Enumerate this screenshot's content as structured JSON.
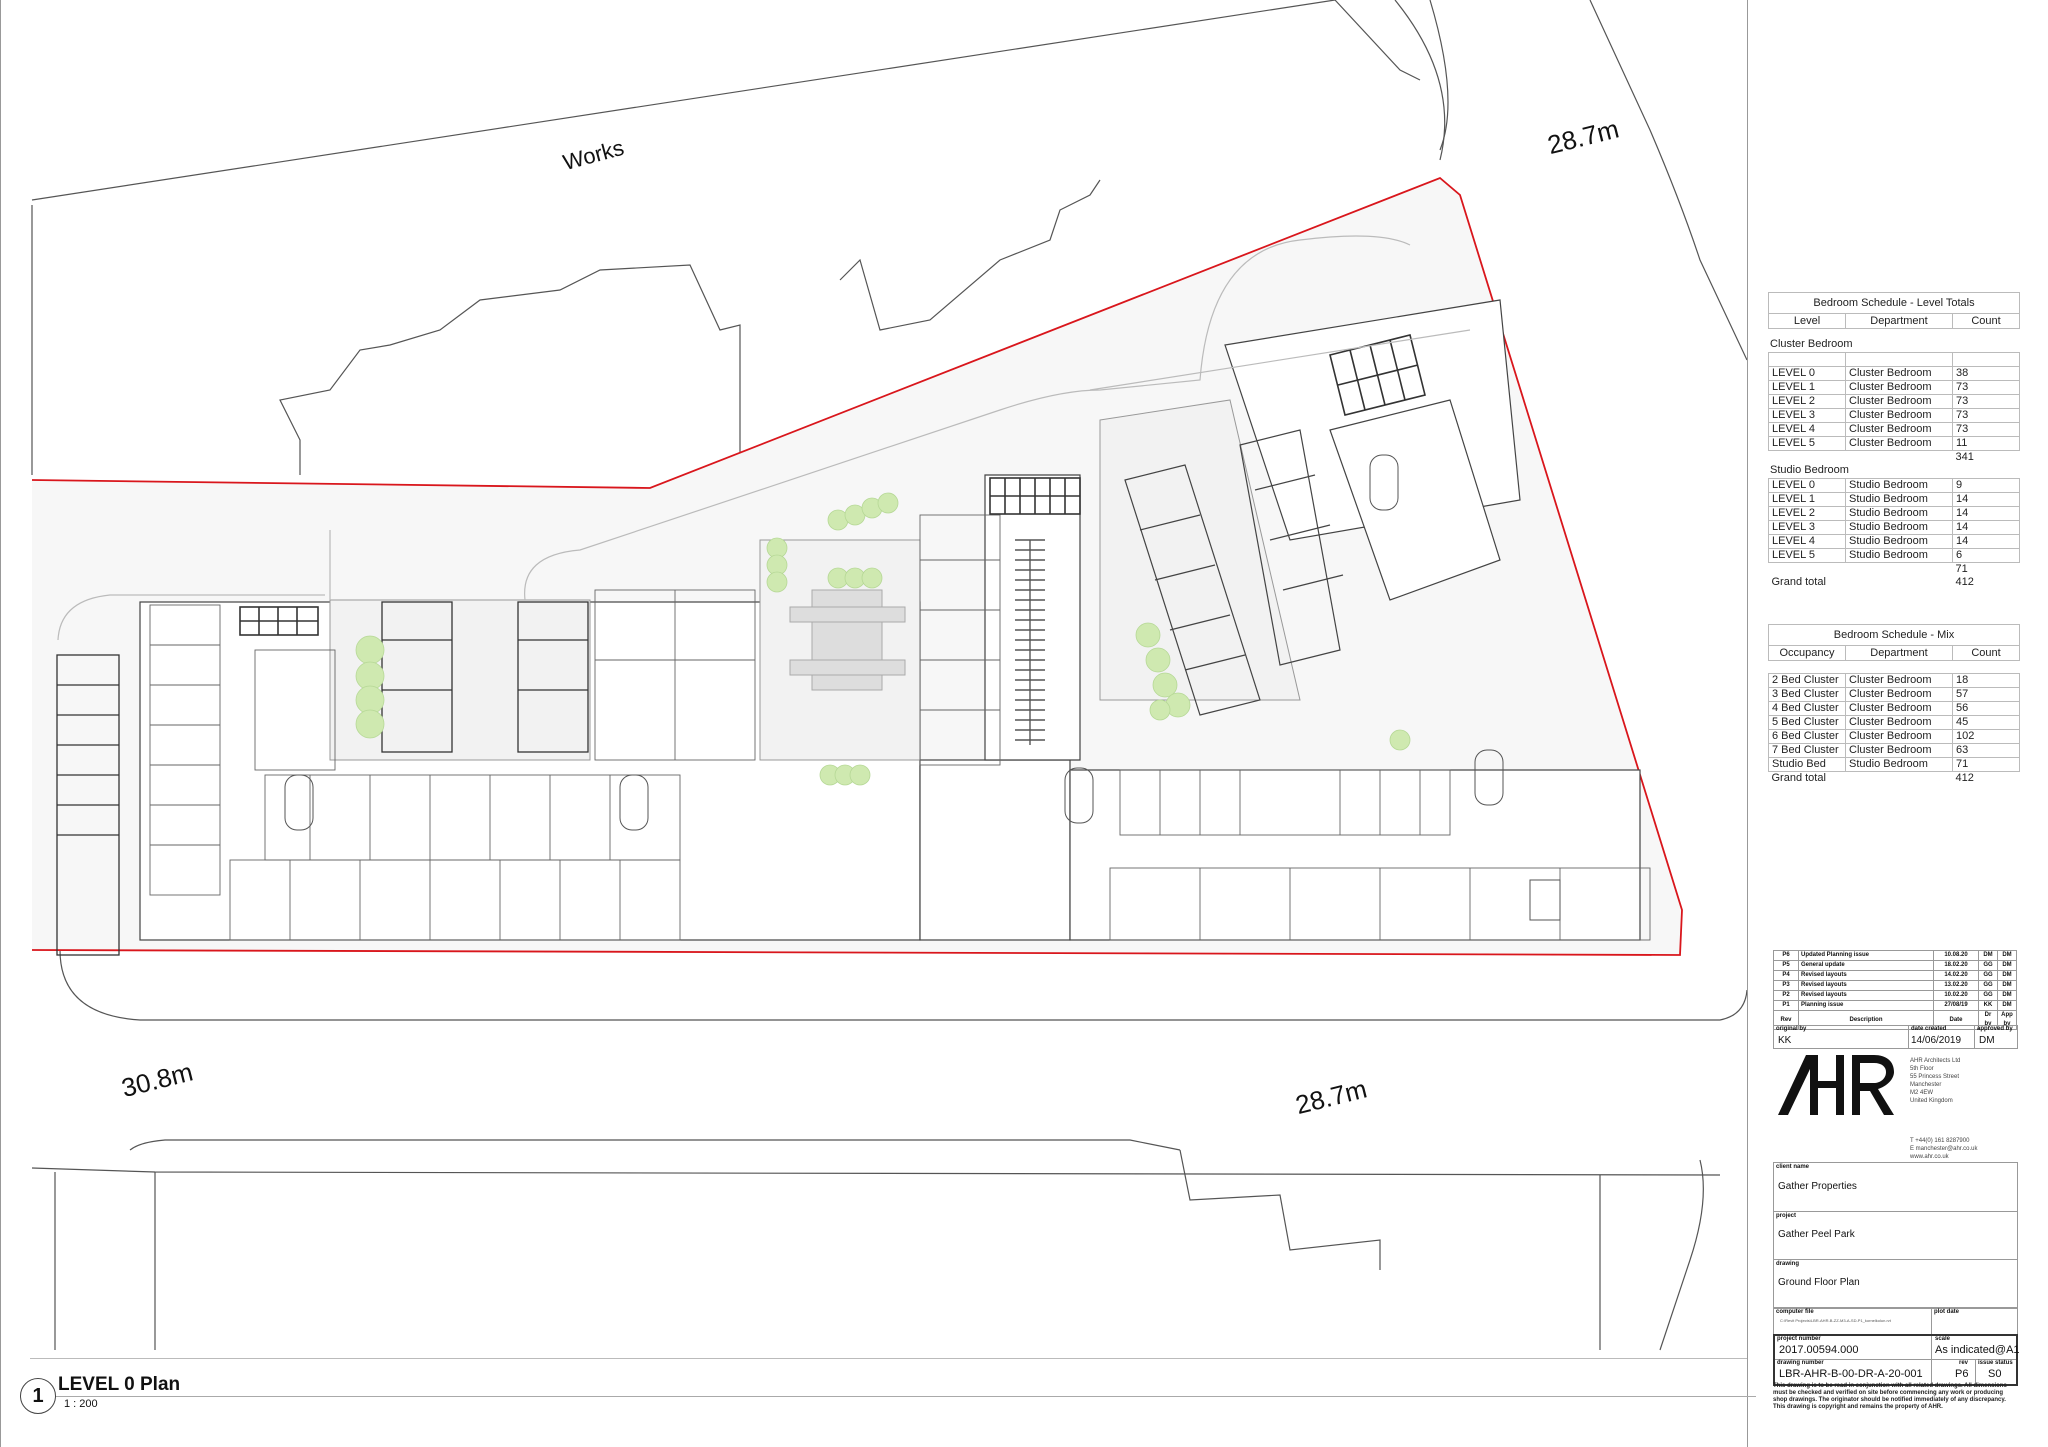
{
  "plan": {
    "view_number": "1",
    "view_title": "LEVEL 0 Plan",
    "view_scale": "1 : 200",
    "labels": {
      "works": "Works",
      "level_ne": "28.7m",
      "level_sw": "30.8m",
      "level_s": "28.7m"
    },
    "site_boundary_color": "#d9161c",
    "landscape_tree_color": "#cfe9b0",
    "north_arrow": "north-arrow-icon"
  },
  "schedule_level_totals": {
    "title": "Bedroom Schedule - Level Totals",
    "columns": [
      "Level",
      "Department",
      "Count"
    ],
    "groups": [
      {
        "name": "Cluster Bedroom",
        "rows": [
          {
            "level": "LEVEL 0",
            "department": "Cluster Bedroom",
            "count": "38"
          },
          {
            "level": "LEVEL 1",
            "department": "Cluster Bedroom",
            "count": "73"
          },
          {
            "level": "LEVEL 2",
            "department": "Cluster Bedroom",
            "count": "73"
          },
          {
            "level": "LEVEL 3",
            "department": "Cluster Bedroom",
            "count": "73"
          },
          {
            "level": "LEVEL 4",
            "department": "Cluster Bedroom",
            "count": "73"
          },
          {
            "level": "LEVEL 5",
            "department": "Cluster Bedroom",
            "count": "11"
          }
        ],
        "subtotal": "341"
      },
      {
        "name": "Studio Bedroom",
        "rows": [
          {
            "level": "LEVEL 0",
            "department": "Studio Bedroom",
            "count": "9"
          },
          {
            "level": "LEVEL 1",
            "department": "Studio Bedroom",
            "count": "14"
          },
          {
            "level": "LEVEL 2",
            "department": "Studio Bedroom",
            "count": "14"
          },
          {
            "level": "LEVEL 3",
            "department": "Studio Bedroom",
            "count": "14"
          },
          {
            "level": "LEVEL 4",
            "department": "Studio Bedroom",
            "count": "14"
          },
          {
            "level": "LEVEL 5",
            "department": "Studio Bedroom",
            "count": "6"
          }
        ],
        "subtotal": "71"
      }
    ],
    "grand_total_label": "Grand total",
    "grand_total": "412"
  },
  "schedule_mix": {
    "title": "Bedroom Schedule - Mix",
    "columns": [
      "Occupancy",
      "Department",
      "Count"
    ],
    "rows": [
      {
        "occupancy": "2 Bed Cluster",
        "department": "Cluster Bedroom",
        "count": "18"
      },
      {
        "occupancy": "3 Bed Cluster",
        "department": "Cluster Bedroom",
        "count": "57"
      },
      {
        "occupancy": "4 Bed Cluster",
        "department": "Cluster Bedroom",
        "count": "56"
      },
      {
        "occupancy": "5 Bed Cluster",
        "department": "Cluster Bedroom",
        "count": "45"
      },
      {
        "occupancy": "6 Bed Cluster",
        "department": "Cluster Bedroom",
        "count": "102"
      },
      {
        "occupancy": "7 Bed Cluster",
        "department": "Cluster Bedroom",
        "count": "63"
      },
      {
        "occupancy": "Studio Bed",
        "department": "Studio Bedroom",
        "count": "71"
      }
    ],
    "grand_total_label": "Grand total",
    "grand_total": "412"
  },
  "revisions": {
    "rows": [
      {
        "rev": "P6",
        "description": "Updated Planning issue",
        "date": "10.08.20",
        "dr_by": "DM",
        "app_by": "DM"
      },
      {
        "rev": "P5",
        "description": "General update",
        "date": "18.02.20",
        "dr_by": "GG",
        "app_by": "DM"
      },
      {
        "rev": "P4",
        "description": "Revised layouts",
        "date": "14.02.20",
        "dr_by": "GG",
        "app_by": "DM"
      },
      {
        "rev": "P3",
        "description": "Revised layouts",
        "date": "13.02.20",
        "dr_by": "GG",
        "app_by": "DM"
      },
      {
        "rev": "P2",
        "description": "Revised layouts",
        "date": "10.02.20",
        "dr_by": "GG",
        "app_by": "DM"
      },
      {
        "rev": "P1",
        "description": "Planning issue",
        "date": "27/08/19",
        "dr_by": "KK",
        "app_by": "DM"
      }
    ],
    "header": {
      "rev": "Rev",
      "description": "Description",
      "date": "Date",
      "dr_by": "Dr by",
      "app_by": "App by"
    }
  },
  "title_block": {
    "original_by_label": "original by",
    "original_by": "KK",
    "date_created_label": "date created",
    "date_created": "14/06/2019",
    "approved_by_label": "approved by",
    "approved_by": "DM",
    "logo_text": "AHR",
    "address": "AHR Architects Ltd\n5th Floor\n55 Princess Street\nManchester\nM2 4EW\nUnited Kingdom",
    "phone": "T +44(0) 161 8287900",
    "email": "E manchester@ahr.co.uk",
    "web": "www.ahr.co.uk",
    "client_label": "client name",
    "client": "Gather Properties",
    "project_label": "project",
    "project": "Gather Peel Park",
    "drawing_label": "drawing",
    "drawing": "Ground Floor Plan",
    "computer_file_label": "computer file",
    "computer_file": "C:\\Revit Projects\\LBR-AHR-B-ZZ-M3-A-SD-P1_kornelkolun.rvt",
    "plot_date_label": "plot date",
    "project_number_label": "project number",
    "project_number": "2017.00594.000",
    "scale_label": "scale",
    "scale": "As indicated@A1",
    "drawing_number_label": "drawing number",
    "drawing_number": "LBR-AHR-B-00-DR-A-20-001",
    "rev_label": "rev",
    "rev": "P6",
    "issue_status_label": "issue status",
    "issue_status": "S0",
    "disclaimer": "This drawing is to be read in conjunction with all related drawings. All dimensions must be checked and verified on site before commencing any work or producing shop drawings. The originator should be notified immediately of any discrepancy. This drawing is copyright and remains the property of AHR."
  }
}
